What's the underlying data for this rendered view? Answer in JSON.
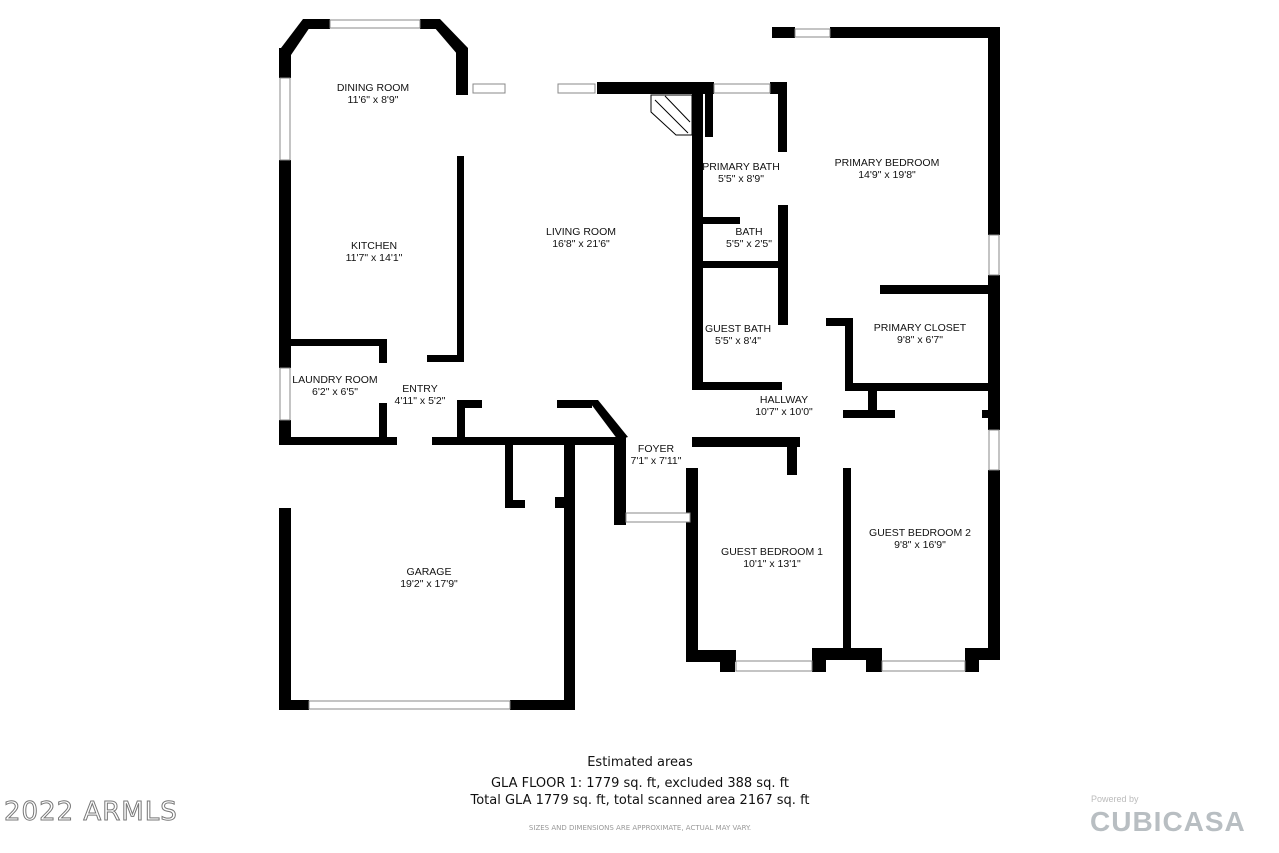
{
  "rooms": [
    {
      "name": "DINING ROOM",
      "dims": "11'6\" x 8'9\""
    },
    {
      "name": "KITCHEN",
      "dims": "11'7\" x 14'1\""
    },
    {
      "name": "LIVING ROOM",
      "dims": "16'8\" x 21'6\""
    },
    {
      "name": "LAUNDRY ROOM",
      "dims": "6'2\" x 6'5\""
    },
    {
      "name": "ENTRY",
      "dims": "4'11\" x 5'2\""
    },
    {
      "name": "FOYER",
      "dims": "7'1\" x 7'11\""
    },
    {
      "name": "GARAGE",
      "dims": "19'2\" x 17'9\""
    },
    {
      "name": "PRIMARY BATH",
      "dims": "5'5\" x 8'9\""
    },
    {
      "name": "BATH",
      "dims": "5'5\" x 2'5\""
    },
    {
      "name": "GUEST BATH",
      "dims": "5'5\" x 8'4\""
    },
    {
      "name": "PRIMARY BEDROOM",
      "dims": "14'9\" x 19'8\""
    },
    {
      "name": "PRIMARY CLOSET",
      "dims": "9'8\" x 6'7\""
    },
    {
      "name": "HALLWAY",
      "dims": "10'7\" x 10'0\""
    },
    {
      "name": "GUEST BEDROOM 1",
      "dims": "10'1\" x 13'1\""
    },
    {
      "name": "GUEST BEDROOM 2",
      "dims": "9'8\" x 16'9\""
    }
  ],
  "footer": {
    "heading": "Estimated areas",
    "line1": "GLA FLOOR 1: 1779 sq. ft, excluded 388 sq. ft",
    "line2": "Total GLA 1779 sq. ft, total scanned area 2167 sq. ft",
    "disclaimer": "SIZES AND DIMENSIONS ARE APPROXIMATE, ACTUAL MAY VARY."
  },
  "watermark": "2022 ARMLS",
  "brand": {
    "powered": "Powered by",
    "name": "CUBICASA"
  },
  "colors": {
    "wall": "#000000",
    "window": "#ffffff",
    "brand": "#b8bec2"
  }
}
